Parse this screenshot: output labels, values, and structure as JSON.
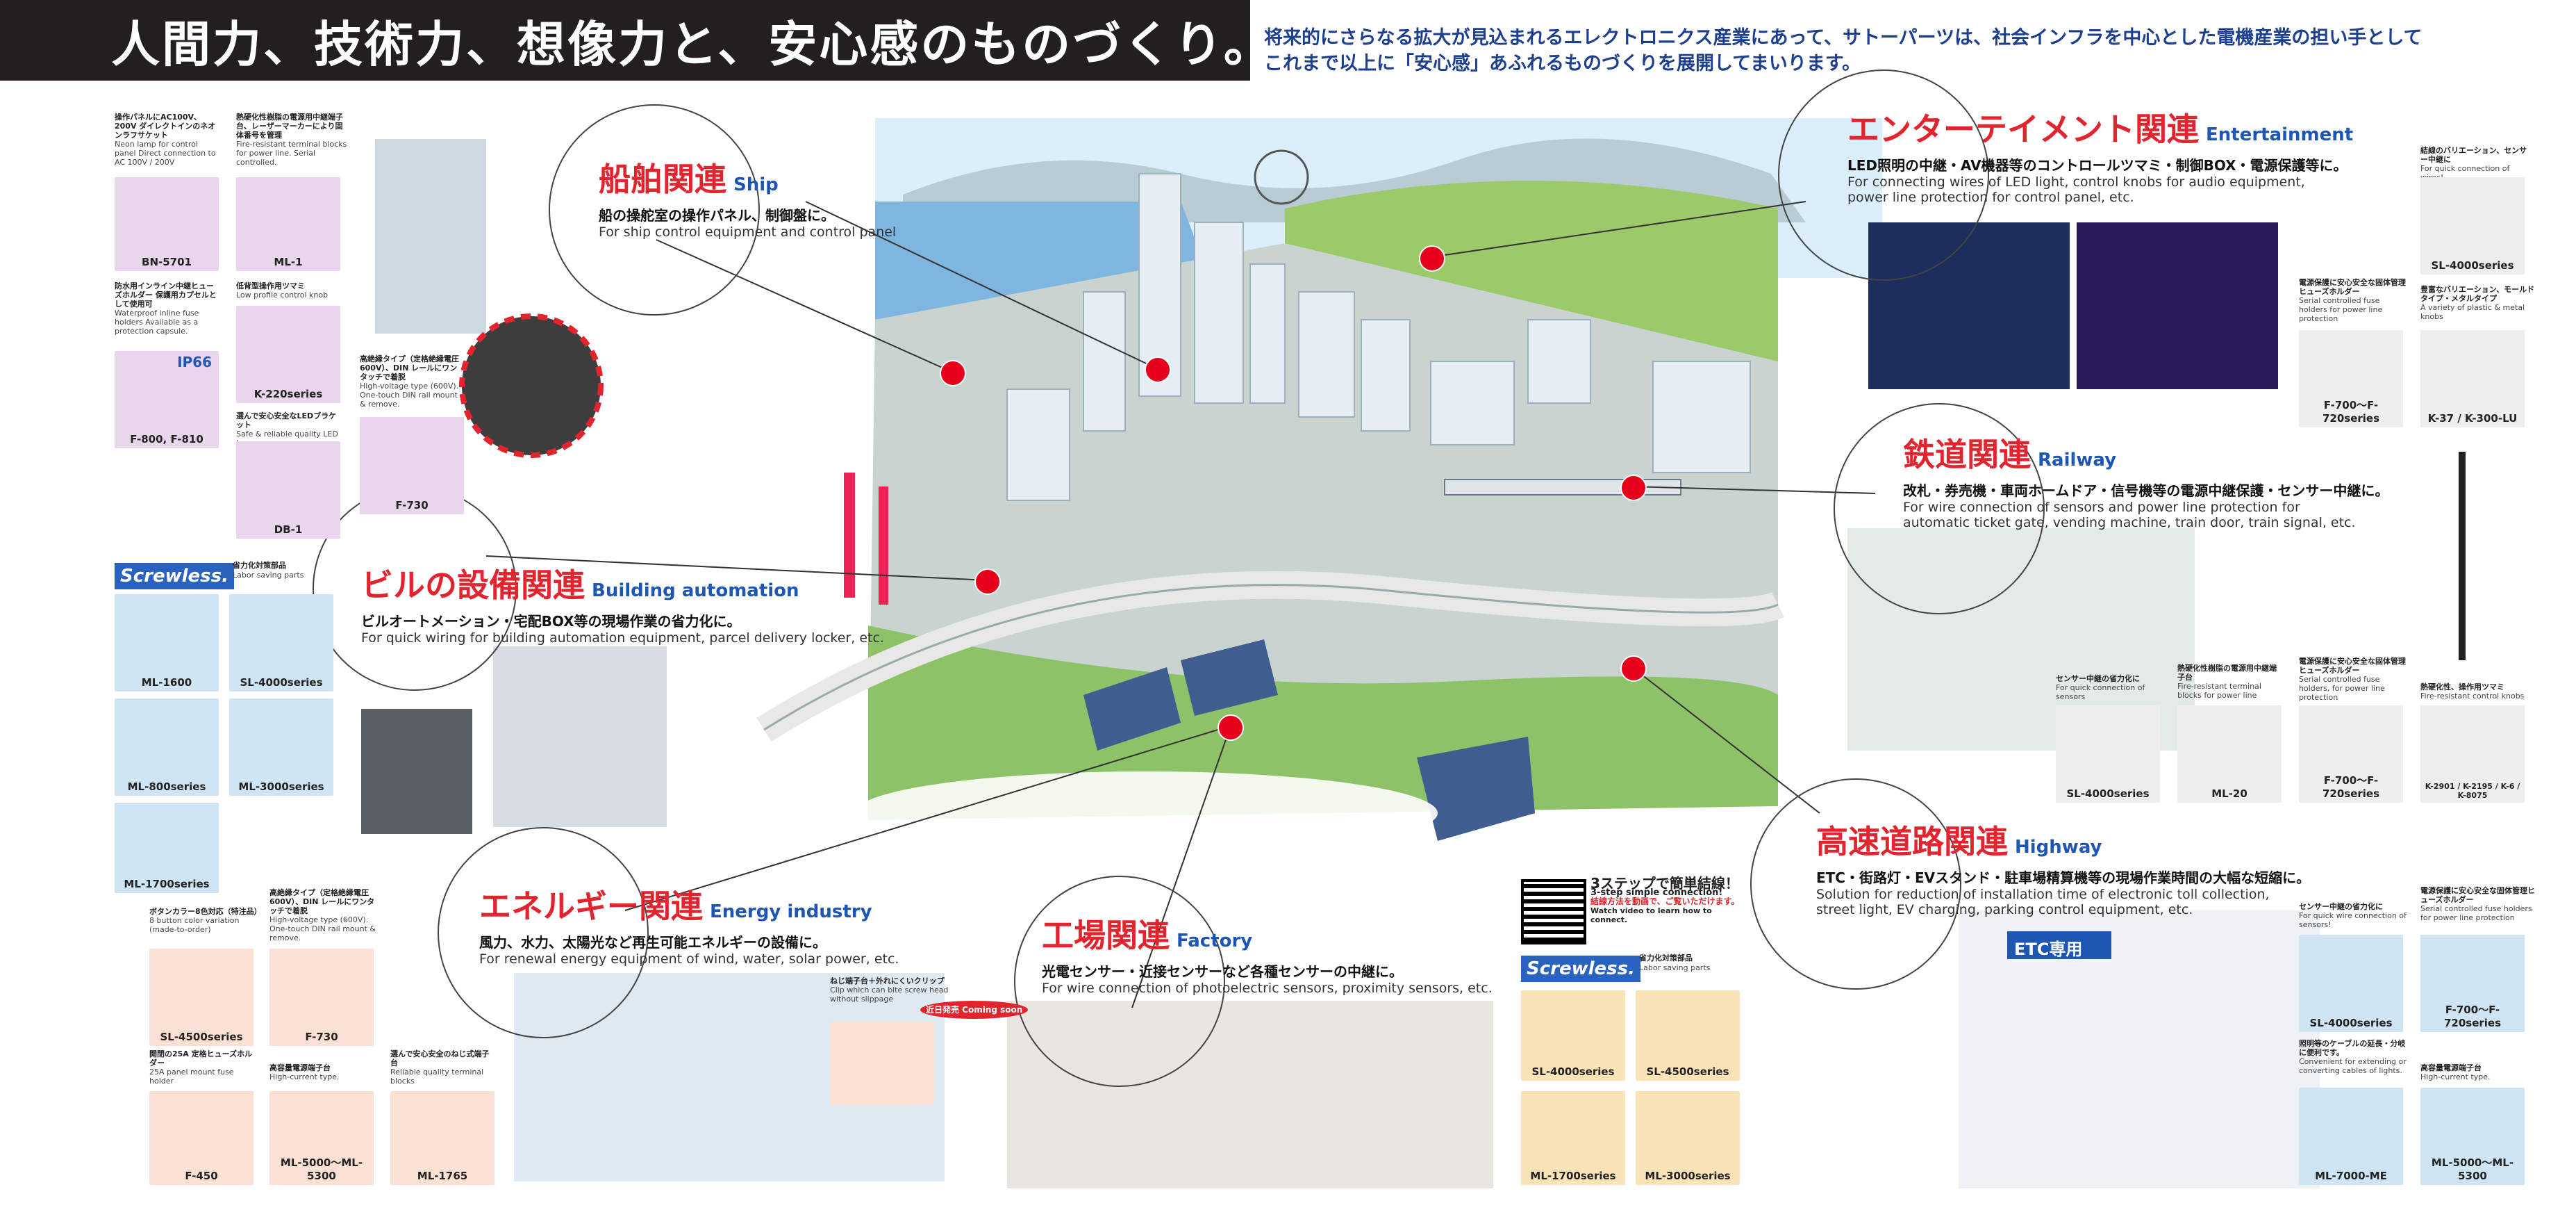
{
  "header": {
    "title": "人間力、技術力、想像力と、安心感のものづくり。",
    "intro_line1": "将来的にさらなる拡大が見込まれるエレクトロニクス産業にあって、サトーパーツは、社会インフラを中心とした電機産業の担い手として",
    "intro_line2": "これまで以上に「安心感」あふれるものづくりを展開してまいります。"
  },
  "sectors": {
    "ship": {
      "jp": "船舶関連",
      "en": "Ship",
      "desc_jp": "船の操舵室の操作パネル、制御盤に。",
      "desc_en": "For ship control equipment and control panel"
    },
    "building": {
      "jp": "ビルの設備関連",
      "en": "Building automation",
      "desc_jp": "ビルオートメーション・宅配BOX等の現場作業の省力化に。",
      "desc_en": "For quick wiring for building automation equipment, parcel delivery locker, etc."
    },
    "energy": {
      "jp": "エネルギー関連",
      "en": "Energy industry",
      "desc_jp": "風力、水力、太陽光など再生可能エネルギーの設備に。",
      "desc_en": "For renewal energy equipment of wind, water, solar power, etc."
    },
    "factory": {
      "jp": "工場関連",
      "en": "Factory",
      "desc_jp": "光電センサー・近接センサーなど各種センサーの中継に。",
      "desc_en": "For wire connection of photoelectric sensors, proximity sensors, etc."
    },
    "entertainment": {
      "jp": "エンターテイメント関連",
      "en": "Entertainment",
      "desc_jp": "LED照明の中継・AV機器等のコントロールツマミ・制御BOX・電源保護等に。",
      "desc_en1": "For connecting wires of LED light, control knobs for audio equipment,",
      "desc_en2": "power line protection for control panel, etc."
    },
    "railway": {
      "jp": "鉄道関連",
      "en": "Railway",
      "desc_jp": "改札・券売機・車両ホームドア・信号機等の電源中継保護・センサー中継に。",
      "desc_en1": "For wire connection of sensors and power line protection for",
      "desc_en2": "automatic ticket gate, vending machine, train door, train signal, etc."
    },
    "highway": {
      "jp": "高速道路関連",
      "en": "Highway",
      "desc_jp": "ETC・街路灯・EVスタンド・駐車場精算機等の現場作業時間の大幅な短縮に。",
      "desc_en1": "Solution for reduction of installation time of electronic toll collection,",
      "desc_en2": "street light, EV charging, parking control equipment, etc."
    }
  },
  "products": {
    "bn5701": {
      "name": "BN-5701",
      "jp": "操作パネルにAC100V、200V ダイレクトインのネオンラフサケット",
      "en": "Neon lamp for control panel Direct connection to AC 100V / 200V"
    },
    "ml1": {
      "name": "ML-1",
      "jp": "熱硬化性樹脂の電源用中継端子台、レーザーマーカーにより固体番号を管理",
      "en": "Fire-resistant terminal blocks for power line. Serial controlled."
    },
    "f800": {
      "name": "F-800, F-810",
      "jp": "防水用インライン中継ヒューズホルダー 保護用カプセルとして使用可",
      "en": "Waterproof inline fuse holders Available as a protection capsule.",
      "badge": "IP66"
    },
    "k220": {
      "name": "K-220series",
      "jp": "低背型操作用ツマミ",
      "en": "Low profile control knob"
    },
    "f730a": {
      "name": "F-730",
      "jp": "高絶縁タイプ（定格絶縁電圧600V）、DIN レールにワンタッチで着脱",
      "en": "High-voltage type (600V). One-touch DIN rail mount & remove."
    },
    "db1": {
      "name": "DB-1",
      "jp": "選んで安心安全なLEDブラケット",
      "en": "Safe & reliable quality LED lamp"
    },
    "labor": {
      "jp": "省力化対策部品",
      "en": "Labor saving parts"
    },
    "screwless": "Screwless.",
    "ml1600": {
      "name": "ML-1600"
    },
    "sl4000a": {
      "name": "SL-4000series"
    },
    "ml800": {
      "name": "ML-800series"
    },
    "ml3000a": {
      "name": "ML-3000series"
    },
    "ml1700a": {
      "name": "ML-1700series"
    },
    "sl4500": {
      "name": "SL-4500series",
      "jp": "ボタンカラー8色対応（特注品）",
      "en": "8 button color variation (made-to-order)"
    },
    "f730b": {
      "name": "F-730",
      "jp": "高絶縁タイプ（定格絶縁電圧600V）、DIN レールにワンタッチで着脱",
      "en": "High-voltage type (600V). One-touch DIN rail mount & remove."
    },
    "f450": {
      "name": "F-450",
      "jp": "開閉の25A 定格ヒューズホルダー",
      "en": "25A panel mount fuse holder"
    },
    "ml5000a": {
      "name": "ML-5000～ML-5300",
      "jp": "高容量電源端子台",
      "en": "High-current type."
    },
    "ml1765": {
      "name": "ML-1765",
      "jp": "選んで安心安全のねじ式端子台",
      "en": "Reliable quality terminal blocks"
    },
    "clip": {
      "jp": "ねじ端子台＋外れにくいクリップ",
      "en": "Clip which can bite screw head without slippage",
      "badge": "近日発売 Coming soon"
    },
    "qr": {
      "title": "3ステップで簡単結線！",
      "sub": "3-step simple connection!",
      "jp": "結線方法を動画で、ご覧いただけます。",
      "en": "Watch video to learn how to connect."
    },
    "sl4000b": {
      "name": "SL-4000series"
    },
    "sl4500b": {
      "name": "SL-4500series"
    },
    "ml1700b": {
      "name": "ML-1700series"
    },
    "ml3000b": {
      "name": "ML-3000series"
    },
    "ent_sl4000": {
      "name": "SL-4000series",
      "jp": "結線のバリエーション、センサー中継に",
      "en": "For quick connection of wires!"
    },
    "ent_f700": {
      "name": "F-700～F-720series",
      "jp": "電源保護に安心安全な固体管理ヒューズホルダー",
      "en": "Serial controlled fuse holders for power line protection"
    },
    "ent_k52": {
      "name": "K-37 / K-300-LU",
      "jp": "豊富なバリエーション、モールドタイプ・メタルタイプ",
      "en": "A variety of plastic & metal knobs"
    },
    "rail_sl4000": {
      "name": "SL-4000series",
      "jp": "センサー中継の省力化に",
      "en": "For quick connection of sensors"
    },
    "rail_ml20": {
      "name": "ML-20",
      "jp": "熱硬化性樹脂の電源用中継端子台",
      "en": "Fire-resistant terminal blocks for power line"
    },
    "rail_f700": {
      "name": "F-700～F-720series",
      "jp": "電源保護に安心安全な固体管理ヒューズホルダー",
      "en": "Serial controlled fuse holders, for power line protection"
    },
    "rail_k2901": {
      "name": "K-2901 / K-2195 / K-6 / K-8075",
      "jp": "熱硬化性、操作用ツマミ",
      "en": "Fire-resistant control knobs"
    },
    "hw_sl4000": {
      "name": "SL-4000series",
      "jp": "センサー中継の省力化に",
      "en": "For quick wire connection of sensors!"
    },
    "hw_f700": {
      "name": "F-700～F-720series",
      "jp": "電源保護に安心安全な固体管理ヒューズホルダー",
      "en": "Serial controlled fuse holders for power line protection"
    },
    "hw_ml7000": {
      "name": "ML-7000-ME",
      "jp": "照明等のケーブルの延長・分岐に便利です。",
      "en": "Convenient for extending or converting cables of lights."
    },
    "hw_ml5000": {
      "name": "ML-5000～ML-5300",
      "jp": "高容量電源端子台",
      "en": "High-current type."
    }
  },
  "scene_labels": {
    "etc": "ETC専用"
  },
  "colors": {
    "accent_red": "#e2242e",
    "blue": "#1e56b4",
    "header_bg": "#231f20"
  }
}
